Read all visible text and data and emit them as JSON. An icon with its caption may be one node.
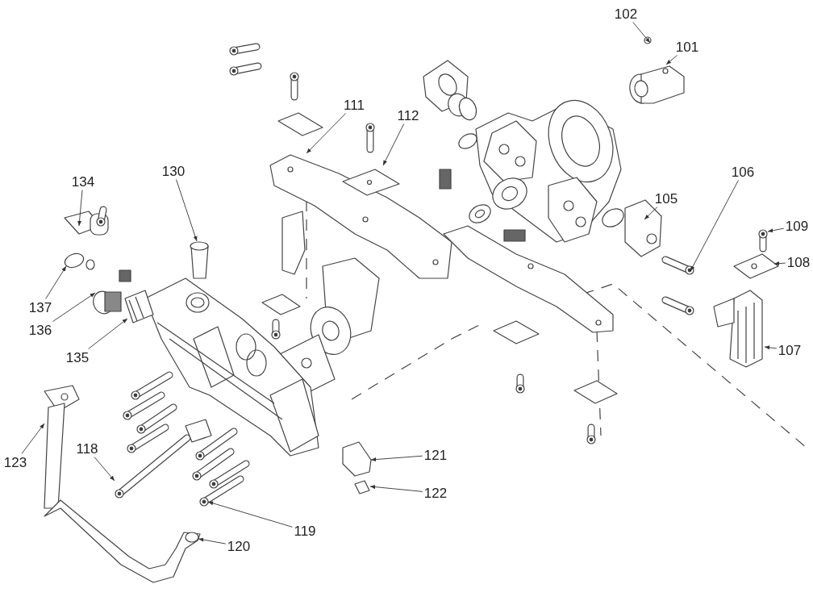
{
  "diagram": {
    "nodes": [
      {
        "text": [
          "102"
        ]
      },
      {
        "text": [
          "101"
        ]
      },
      {
        "text": [
          "111"
        ]
      },
      {
        "text": [
          "112"
        ]
      },
      {
        "text": [
          "130"
        ]
      },
      {
        "text": [
          "134"
        ]
      },
      {
        "text": [
          "106"
        ]
      },
      {
        "text": [
          "105"
        ]
      },
      {
        "text": [
          "109"
        ]
      },
      {
        "text": [
          "108"
        ]
      },
      {
        "text": [
          "137"
        ]
      },
      {
        "text": [
          "136"
        ]
      },
      {
        "text": [
          "135"
        ]
      },
      {
        "text": [
          "107"
        ]
      },
      {
        "text": [
          "123"
        ]
      },
      {
        "text": [
          "118"
        ]
      },
      {
        "text": [
          "121"
        ]
      },
      {
        "text": [
          "122"
        ]
      },
      {
        "text": [
          "119"
        ]
      },
      {
        "text": [
          "120"
        ]
      }
    ],
    "edges": [
      {
        "from": 0,
        "to": null,
        "arrow": "to"
      },
      {
        "from": 1,
        "to": null,
        "arrow": "to"
      },
      {
        "from": 2,
        "to": null,
        "arrow": "to"
      },
      {
        "from": 3,
        "to": null,
        "arrow": "to"
      },
      {
        "from": 4,
        "to": null,
        "arrow": "to"
      },
      {
        "from": 5,
        "to": null,
        "arrow": "to"
      },
      {
        "from": 6,
        "to": null,
        "arrow": "to"
      },
      {
        "from": 7,
        "to": null,
        "arrow": "to"
      },
      {
        "from": 8,
        "to": null,
        "arrow": "to"
      },
      {
        "from": 9,
        "to": null,
        "arrow": "to"
      },
      {
        "from": 10,
        "to": null,
        "arrow": "to"
      },
      {
        "from": 11,
        "to": null,
        "arrow": "to"
      },
      {
        "from": 12,
        "to": null,
        "arrow": "to"
      },
      {
        "from": 13,
        "to": null,
        "arrow": "to"
      },
      {
        "from": 14,
        "to": null,
        "arrow": "to"
      },
      {
        "from": 15,
        "to": null,
        "arrow": "to"
      },
      {
        "from": 16,
        "to": null,
        "arrow": "to"
      },
      {
        "from": 17,
        "to": null,
        "arrow": "to"
      },
      {
        "from": 18,
        "to": null,
        "arrow": "to"
      },
      {
        "from": 19,
        "to": null,
        "arrow": "to"
      }
    ]
  }
}
